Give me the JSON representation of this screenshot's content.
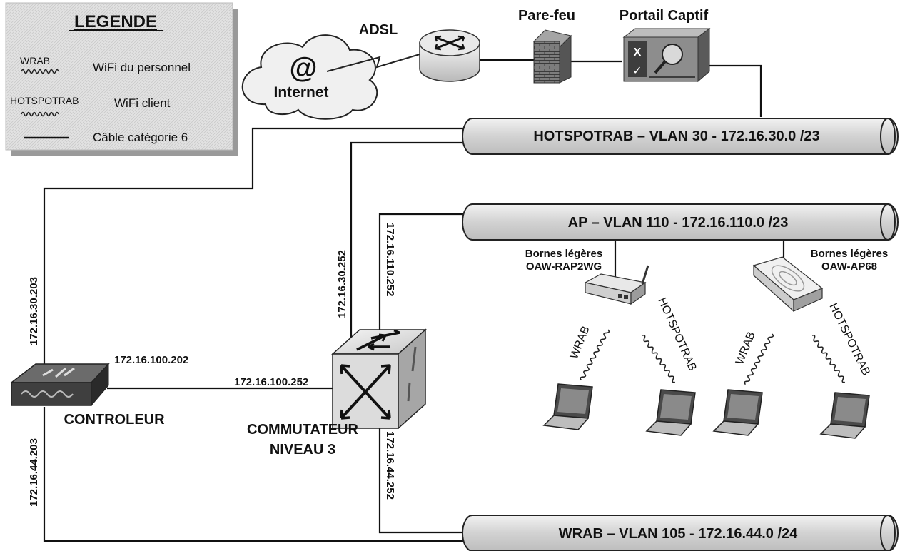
{
  "legend": {
    "title": "LEGENDE",
    "items": [
      {
        "symbol_label": "WRAB",
        "text": "WiFi du personnel"
      },
      {
        "symbol_label": "HOTSPOTRAB",
        "text": "WiFi client"
      },
      {
        "symbol_label": "",
        "text": "Câble catégorie 6"
      }
    ]
  },
  "internet": {
    "symbol": "@",
    "label": "Internet"
  },
  "adsl_label": "ADSL",
  "firewall_label": "Pare-feu",
  "captive_portal_label": "Portail Captif",
  "vlans": {
    "hotspot": "HOTSPOTRAB – VLAN 30 - 172.16.30.0 /23",
    "ap": "AP – VLAN 110 - 172.16.110.0 /23",
    "wrab": "WRAB – VLAN 105 - 172.16.44.0 /24"
  },
  "controller": {
    "label": "CONTROLEUR",
    "ip_hotspot": "172.16.30.203",
    "ip_mgmt": "172.16.100.202",
    "ip_wrab": "172.16.44.203"
  },
  "switch": {
    "label_line1": "COMMUTATEUR",
    "label_line2": "NIVEAU 3",
    "ip_hotspot": "172.16.30.252",
    "ip_ap": "172.16.110.252",
    "ip_mgmt": "172.16.100.252",
    "ip_wrab": "172.16.44.252"
  },
  "access_points": [
    {
      "line1": "Bornes légères",
      "line2": "OAW-RAP2WG"
    },
    {
      "line1": "Bornes légères",
      "line2": "OAW-AP68"
    }
  ],
  "wifi_links": [
    "WRAB",
    "HOTSPOTRAB",
    "WRAB",
    "HOTSPOTRAB"
  ],
  "colors": {
    "pipe": "#d4d4d4",
    "legend_bg": "#e6e6e6",
    "line": "#111111"
  }
}
